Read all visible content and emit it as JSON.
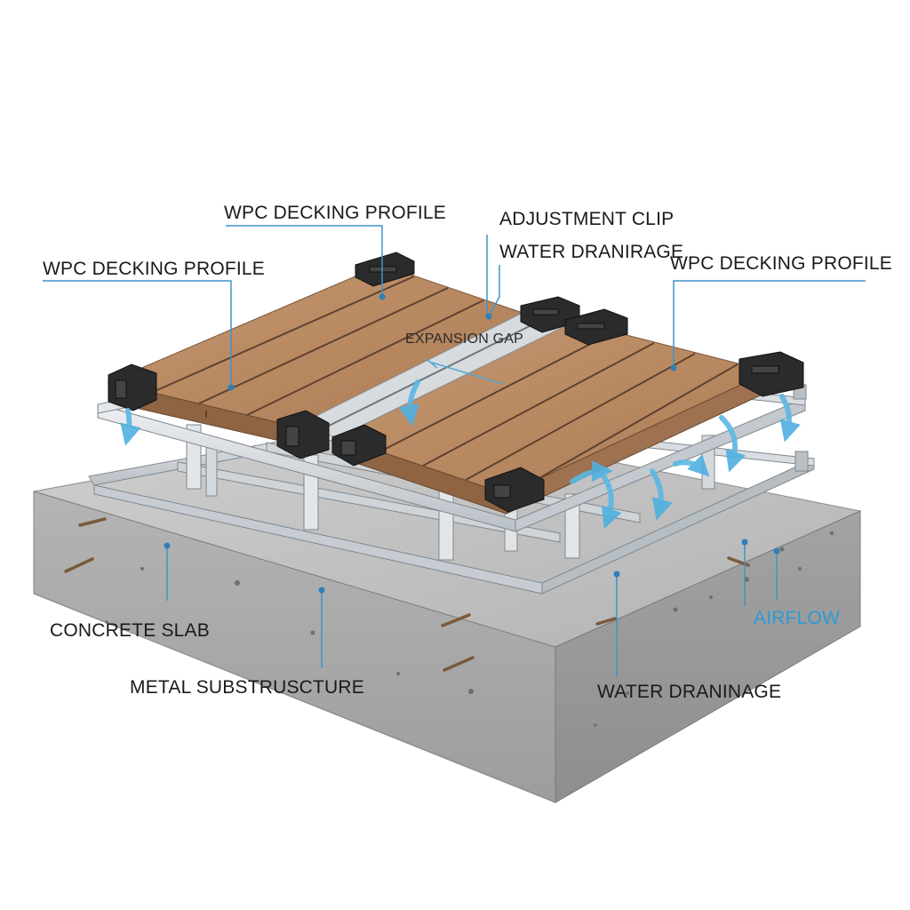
{
  "labels": {
    "wpc_top_center": "WPC DECKING PROFILE",
    "wpc_left": "WPC DECKING PROFILE",
    "wpc_right": "WPC DECKING PROFILE",
    "adjustment_clip": "ADJUSTMENT CLIP",
    "water_drainage_top": "WATER DRANIRAGE",
    "expansion_gap": "EXPANSION GAP",
    "concrete_slab": "CONCRETE SLAB",
    "metal_substructure": "METAL SUBSTRUSCTURE",
    "water_drainage_bottom": "WATER DRANINAGE",
    "airflow": "AIRFLOW"
  },
  "colors": {
    "deck_wood": "#b98a62",
    "deck_wood_dark": "#8f6442",
    "groove": "#5e4230",
    "clip": "#2b2b2b",
    "metal": "#d7dbdf",
    "metal_dark": "#9aa2a8",
    "concrete_top": "#bfbfbf",
    "concrete_front": "#a9a9a9",
    "concrete_side": "#9a9a9a",
    "airflow_blue": "#5bb8e3",
    "leader_line": "#3f94c9"
  }
}
